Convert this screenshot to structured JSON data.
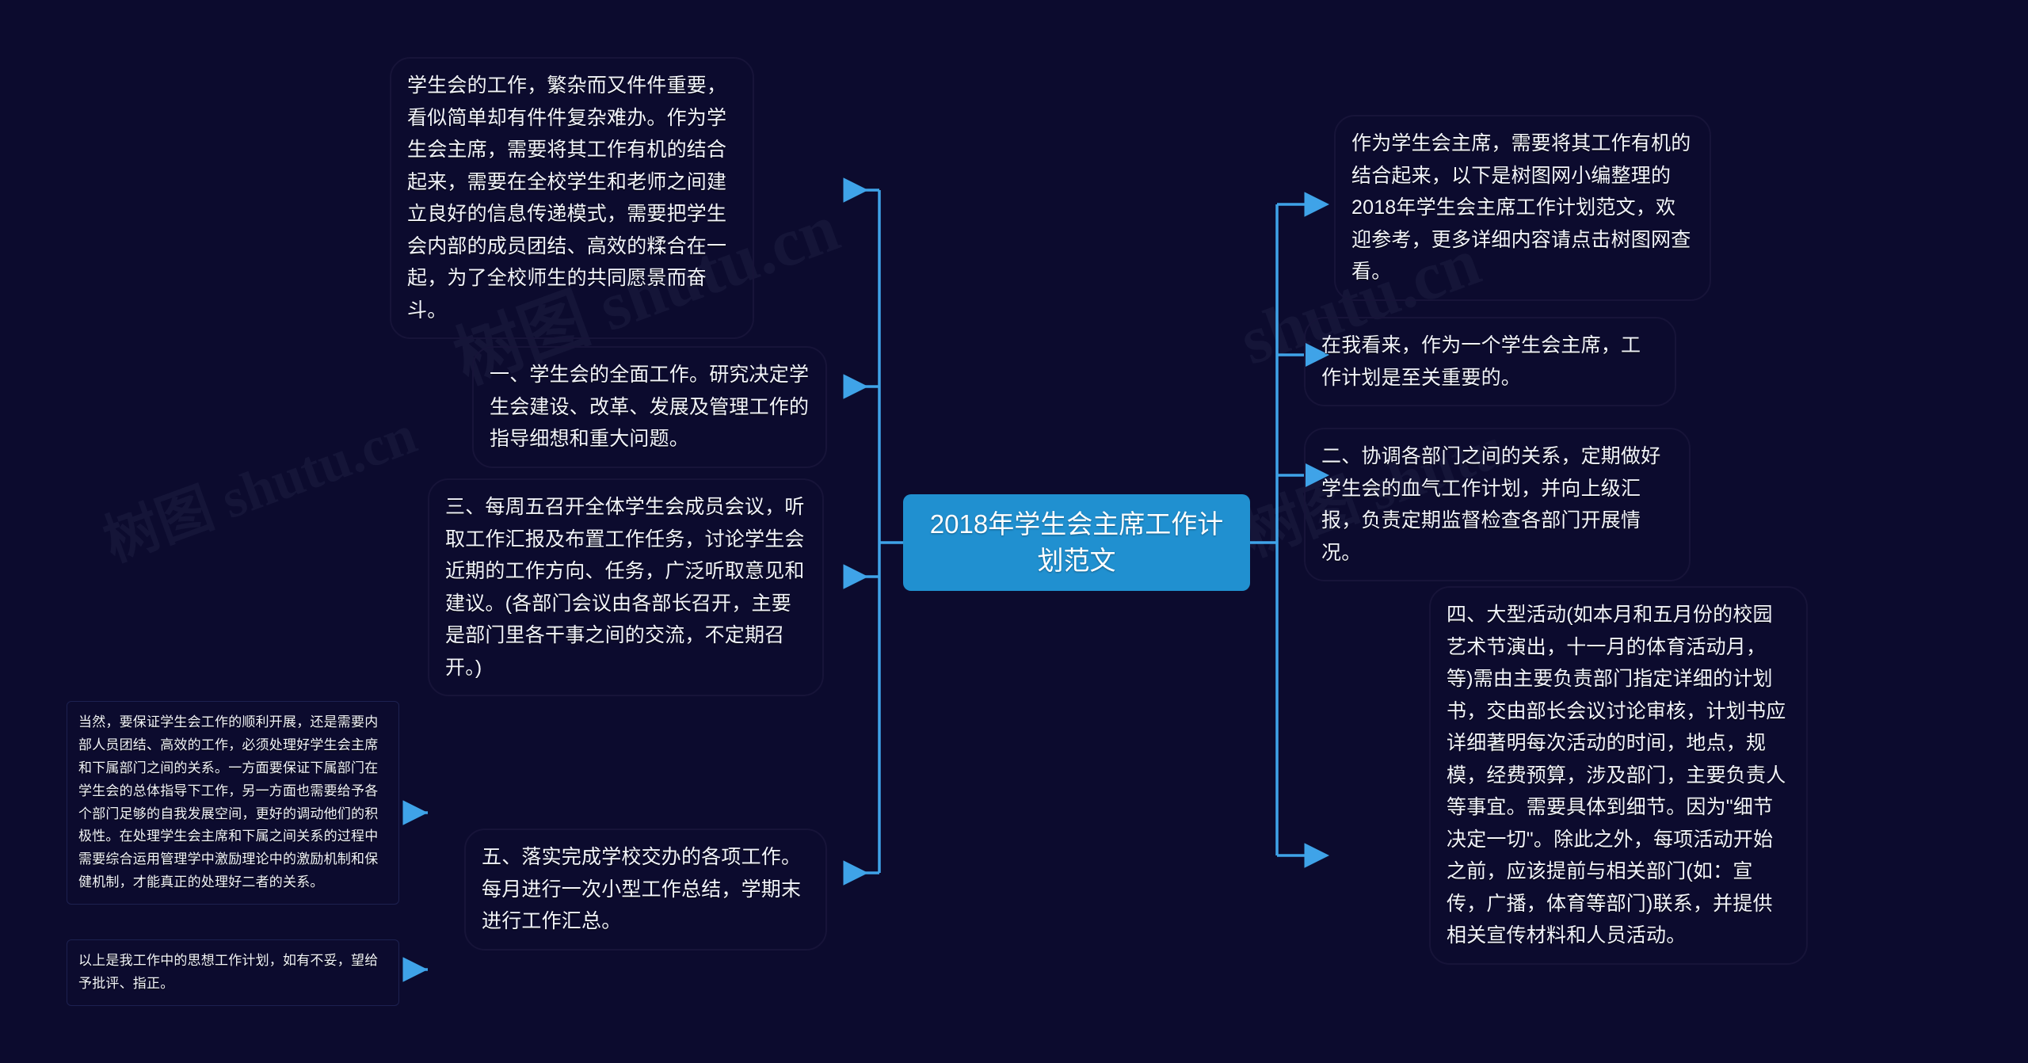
{
  "colors": {
    "background": "#0c0b2e",
    "root_fill": "#2090d0",
    "connector": "#3fa3e8",
    "node_border": "#171439",
    "text": "#f2f4fb"
  },
  "watermark": {
    "primary": "树图 shutu.cn",
    "secondary": "树图 shutu.cn",
    "tertiary": "shutu.cn",
    "quaternary": "树图 shutu"
  },
  "root": {
    "title": "2018年学生会主席工作计划范文"
  },
  "left_branch": {
    "nodes": [
      {
        "id": "intro",
        "text": "学生会的工作，繁杂而又件件重要，看似简单却有件件复杂难办。作为学生会主席，需要将其工作有机的结合起来，需要在全校学生和老师之间建立良好的信息传递模式，需要把学生会内部的成员团结、高效的糅合在一起，为了全校师生的共同愿景而奋斗。"
      },
      {
        "id": "one",
        "text": "一、学生会的全面工作。研究决定学生会建设、改革、发展及管理工作的指导细想和重大问题。"
      },
      {
        "id": "three",
        "text": "三、每周五召开全体学生会成员会议，听取工作汇报及布置工作任务，讨论学生会近期的工作方向、任务，广泛听取意见和建议。(各部门会议由各部长召开，主要是部门里各干事之间的交流，不定期召开。)"
      },
      {
        "id": "five",
        "text": "五、落实完成学校交办的各项工作。每月进行一次小型工作总结，学期末进行工作汇总。"
      }
    ]
  },
  "aside_nodes": [
    {
      "id": "relations",
      "text": "当然，要保证学生会工作的顺利开展，还是需要内部人员团结、高效的工作，必须处理好学生会主席和下属部门之间的关系。一方面要保证下属部门在学生会的总体指导下工作，另一方面也需要给予各个部门足够的自我发展空间，更好的调动他们的积极性。在处理学生会主席和下属之间关系的过程中需要综合运用管理学中激励理论中的激励机制和保健机制，才能真正的处理好二者的关系。"
    },
    {
      "id": "closing",
      "text": "以上是我工作中的思想工作计划，如有不妥，望给予批评、指正。"
    }
  ],
  "right_branch": {
    "nodes": [
      {
        "id": "rintro",
        "text": "作为学生会主席，需要将其工作有机的结合起来，以下是树图网小编整理的2018年学生会主席工作计划范文，欢迎参考，更多详细内容请点击树图网查看。"
      },
      {
        "id": "view",
        "text": "在我看来，作为一个学生会主席，工作计划是至关重要的。"
      },
      {
        "id": "two",
        "text": "二、协调各部门之间的关系，定期做好学生会的血气工作计划，并向上级汇报，负责定期监督检查各部门开展情况。"
      },
      {
        "id": "four",
        "text": "四、大型活动(如本月和五月份的校园艺术节演出，十一月的体育活动月，等)需由主要负责部门指定详细的计划书，交由部长会议讨论审核，计划书应详细著明每次活动的时间，地点，规模，经费预算，涉及部门，主要负责人等事宜。需要具体到细节。因为\"细节决定一切\"。除此之外，每项活动开始之前，应该提前与相关部门(如：宣传，广播，体育等部门)联系，并提供相关宣传材料和人员活动。"
      }
    ]
  }
}
